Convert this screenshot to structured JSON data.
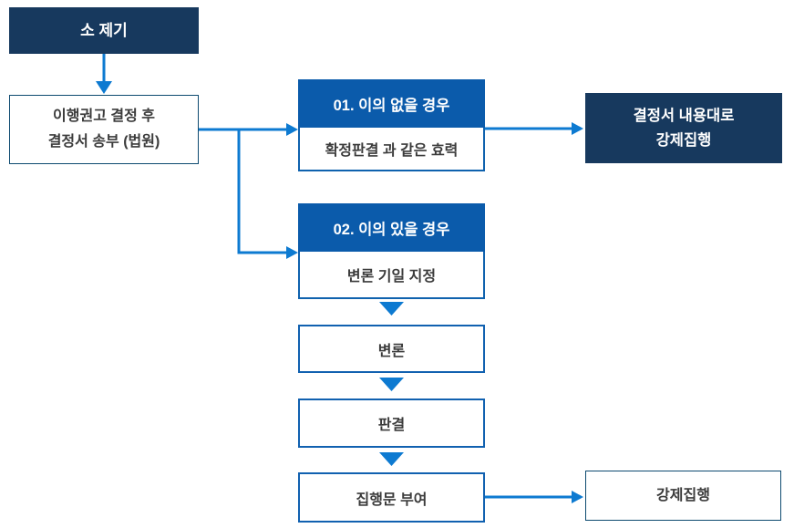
{
  "colors": {
    "navy_fill": "#17395E",
    "navy_border": "#0D4A70",
    "header_blue": "#0B5BAB",
    "body_border_blue": "#0F62AE",
    "blue_border": "#1161B0",
    "arrow_blue": "#0D7AD1",
    "text_dark": "#3B3B3B",
    "text_light": "#FFFFFF"
  },
  "flowchart": {
    "start": {
      "label": "소 제기"
    },
    "decision_notice": {
      "line1": "이행권고 결정 후",
      "line2": "결정서 송부 (법원)"
    },
    "case_no_objection": {
      "header": "01. 이의 없을 경우",
      "body": "확정판결 과 같은 효력"
    },
    "enforce_per_decision": {
      "line1": "결정서 내용대로",
      "line2": "강제집행"
    },
    "case_objection": {
      "header": "02. 이의 있을 경우",
      "body": "변론 기일 지정"
    },
    "pleading": {
      "label": "변론"
    },
    "judgment": {
      "label": "판결"
    },
    "writ_of_execution": {
      "label": "집행문 부여"
    },
    "compulsory_execution": {
      "label": "강제집행"
    }
  }
}
